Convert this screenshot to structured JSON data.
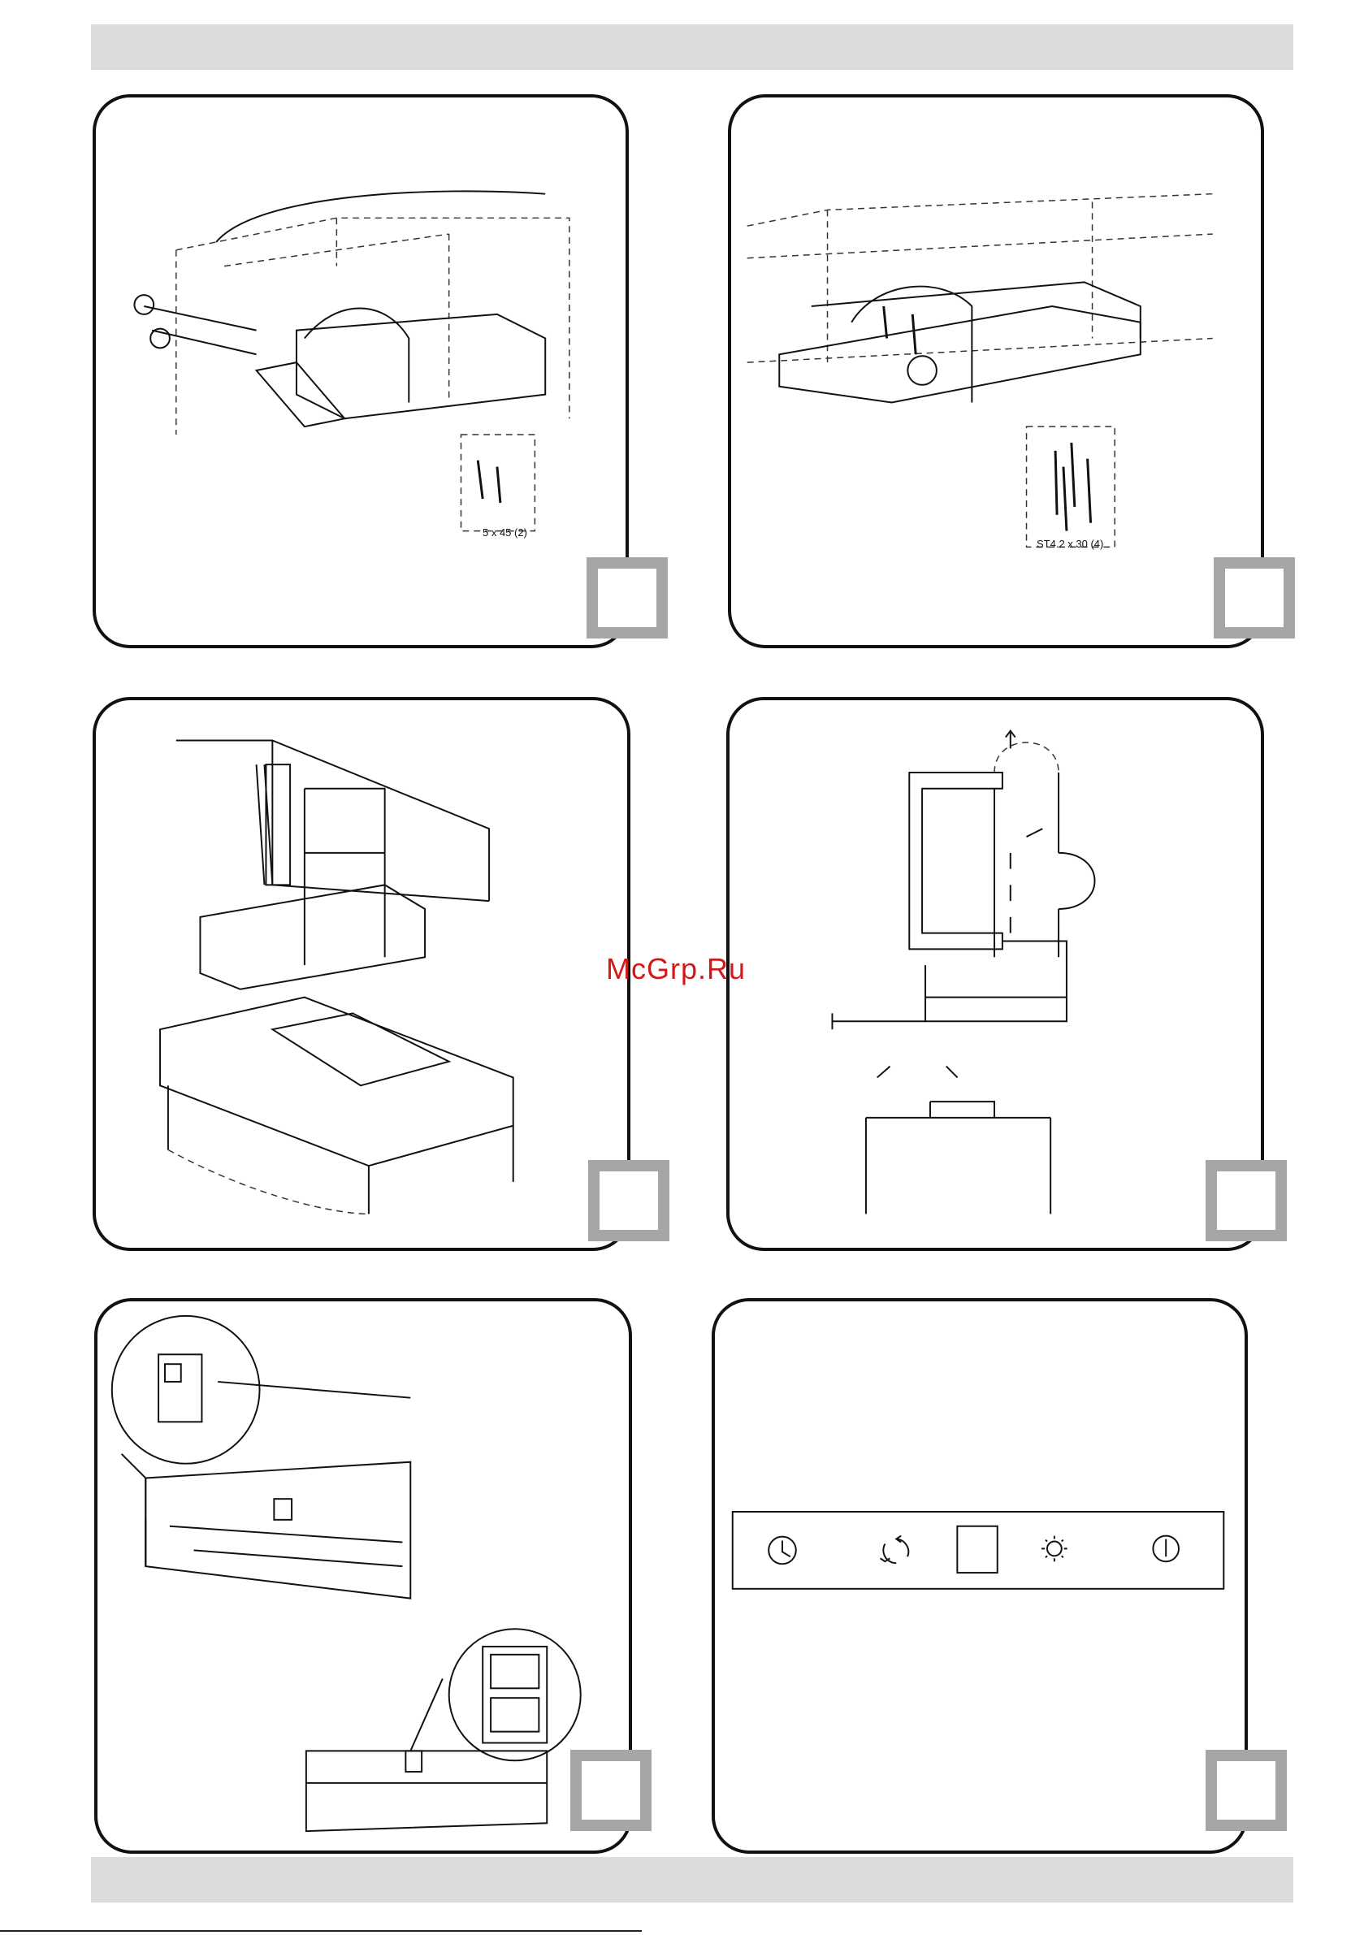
{
  "panels": [
    {
      "id": 1,
      "screw_label": "5 x 45 (2)"
    },
    {
      "id": 2,
      "screw_label": "ST4.2 x 30 (4)"
    },
    {
      "id": 3
    },
    {
      "id": 4
    },
    {
      "id": 5
    },
    {
      "id": 6,
      "controls": [
        "clock-icon",
        "fan-icon",
        "blank-button",
        "light-icon",
        "power-icon"
      ]
    }
  ],
  "watermark": "McGrp.Ru"
}
